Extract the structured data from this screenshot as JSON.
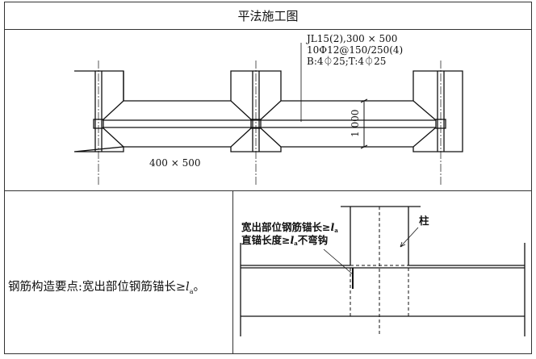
{
  "header": {
    "title": "平法施工图"
  },
  "plan": {
    "beam_label_line1": "JL15(2),300 × 500",
    "beam_label_line2": "10Φ12@150/250(4)",
    "beam_label_line3": "B:4⏀25;T:4⏀25",
    "width_dim": "1 000",
    "column_size": "400 × 500"
  },
  "note": {
    "prefix": "钢筋构造要点:宽出部位钢筋锚长≥",
    "var": "l",
    "sub": "a",
    "suffix": "。"
  },
  "detail": {
    "callout_line1": "宽出部位钢筋锚长≥",
    "callout_line2": "直锚长度≥",
    "callout_line2_tail": "不弯钩",
    "var": "l",
    "sub": "a",
    "column_label": "柱"
  }
}
